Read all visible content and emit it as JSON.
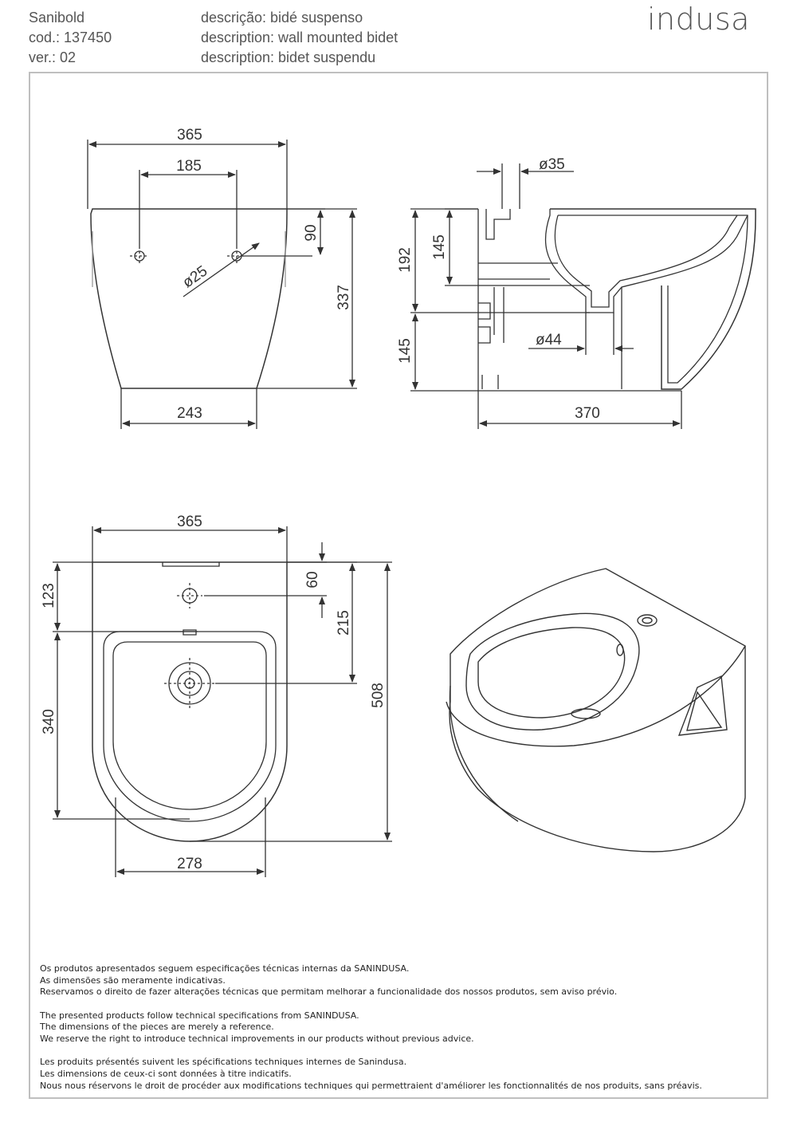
{
  "header": {
    "product": "Sanibold",
    "code": "cod.: 137450",
    "version": "ver.: 02",
    "desc_pt": "descrição: bidé suspenso",
    "desc_en": "description: wall mounted bidet",
    "desc_fr": "description: bidet suspendu"
  },
  "brand": "indusa",
  "dimensions": {
    "front": {
      "top_width": "365",
      "hole_spacing": "185",
      "hole_depth": "90",
      "hole_dia": "ø25",
      "height": "337",
      "base_width": "243"
    },
    "side": {
      "supply_dia": "ø35",
      "upper": "145",
      "supply_height": "192",
      "waste_height": "145",
      "waste_dia": "ø44",
      "depth": "370"
    },
    "top": {
      "width": "365",
      "inlet_offset": "123",
      "tap_offset": "60",
      "drain_offset": "215",
      "bowl_length": "340",
      "total_length": "508",
      "bowl_width": "278"
    }
  },
  "disclaimer": {
    "pt": [
      "Os produtos apresentados seguem especificações técnicas internas da SANINDUSA.",
      "As dimensões são meramente indicativas.",
      "Reservamos o direito de fazer alterações técnicas que permitam melhorar a funcionalidade dos nossos produtos, sem aviso prévio."
    ],
    "en": [
      "The presented products follow technical specifications from SANINDUSA.",
      "The dimensions of the pieces are merely a reference.",
      "We reserve the right to introduce technical improvements in our products without previous advice."
    ],
    "fr": [
      "Les produits présentés suivent les spécifications techniques internes de Sanindusa.",
      "Les dimensions de ceux-ci sont données à titre indicatifs.",
      "Nous nous réservons le droit de procéder aux modifications techniques qui permettraient d'améliorer les fonctionnalités de nos produits, sans préavis."
    ]
  }
}
